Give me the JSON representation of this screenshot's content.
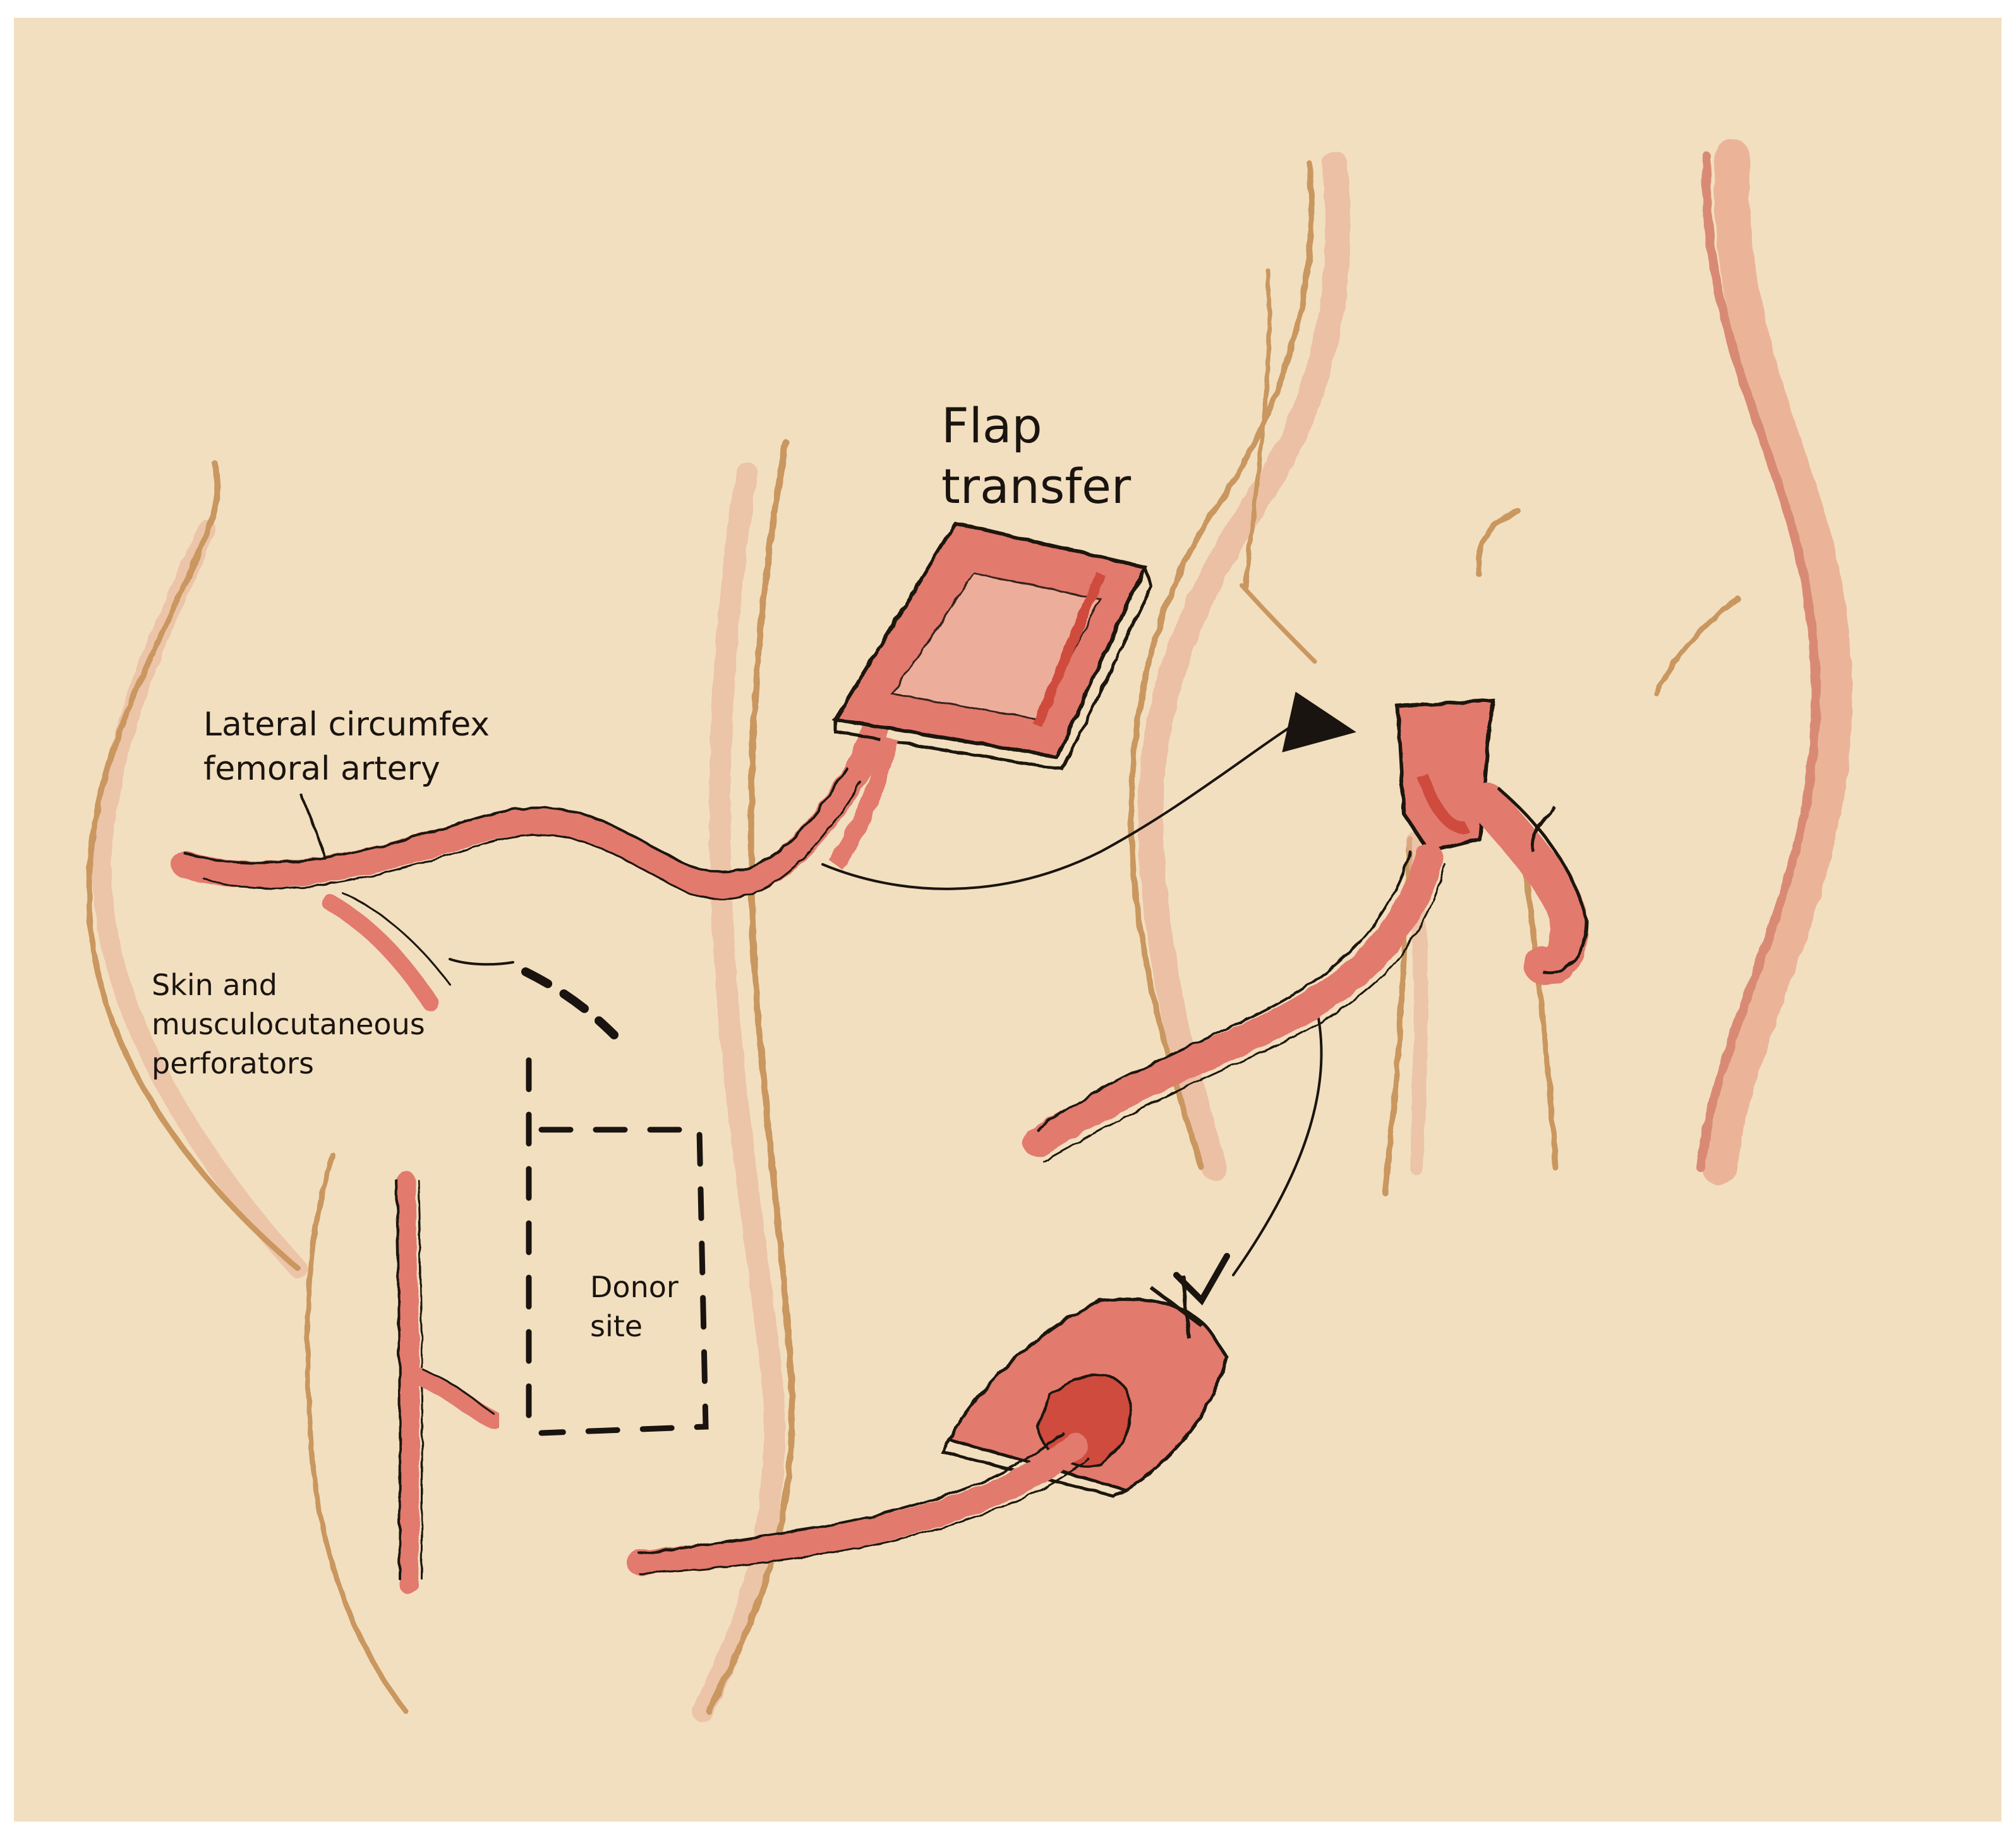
{
  "labels": {
    "flap_transfer": "Flap\ntransfer",
    "artery": "Lateral circumfex\nfemoral artery",
    "perforators": "Skin and\nmusculocutaneous\nperforators",
    "donor_site": "Donor\nsite"
  },
  "colors": {
    "background": "#f2dfbf",
    "skin_outline": "#c9975f",
    "skin_shadow": "#e8b29a",
    "vessel": "#e27a6e",
    "vessel_dark": "#cf4b3c",
    "ink": "#1a1410"
  }
}
